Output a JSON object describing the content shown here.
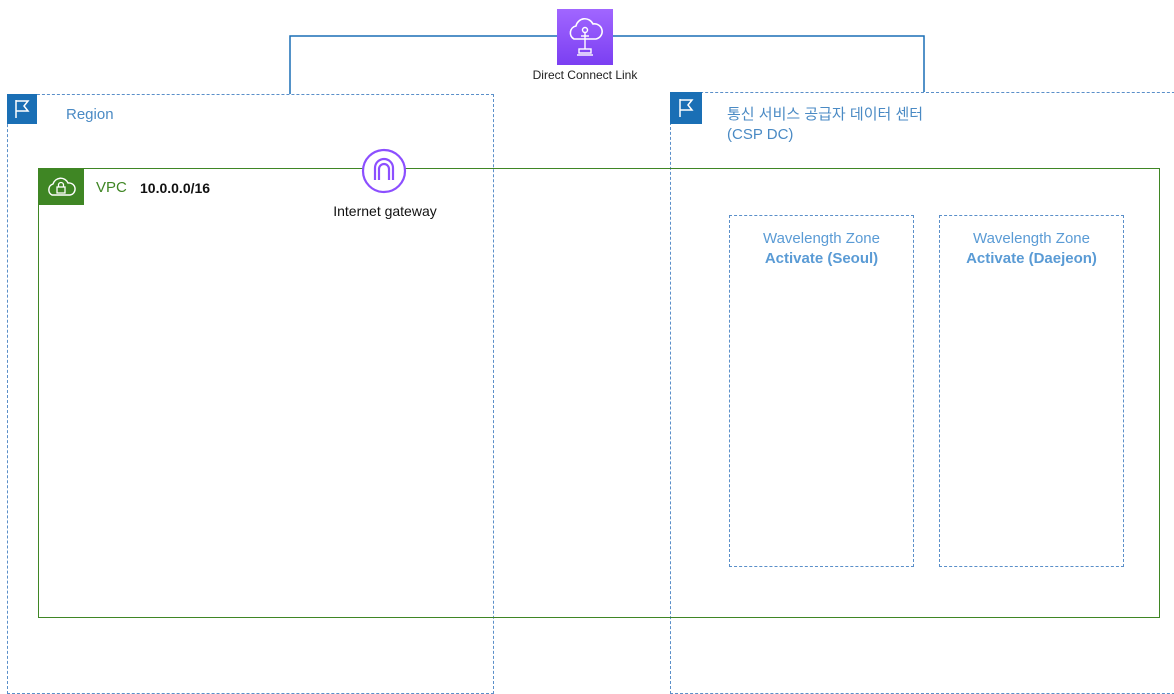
{
  "direct_connect": {
    "label": "Direct Connect Link",
    "icon": "direct-connect-icon"
  },
  "region": {
    "label": "Region",
    "icon": "flag-icon"
  },
  "csp_dc": {
    "label_line1": "통신 서비스 공급자 데이터 센터",
    "label_line2": "(CSP DC)",
    "icon": "flag-icon"
  },
  "vpc": {
    "label": "VPC",
    "cidr": "10.0.0.0/16",
    "icon": "vpc-lock-cloud-icon"
  },
  "internet_gateway": {
    "label": "Internet gateway",
    "icon": "internet-gateway-icon"
  },
  "wavelength_zones": [
    {
      "title": "Wavelength Zone",
      "subtitle": "Activate (Seoul)"
    },
    {
      "title": "Wavelength Zone",
      "subtitle": "Activate (Daejeon)"
    }
  ],
  "colors": {
    "region_blue": "#1a6fb5",
    "vpc_green": "#3f8624",
    "direct_connect_purple": "#8c4fff",
    "connector_blue": "#1a6fb5"
  }
}
